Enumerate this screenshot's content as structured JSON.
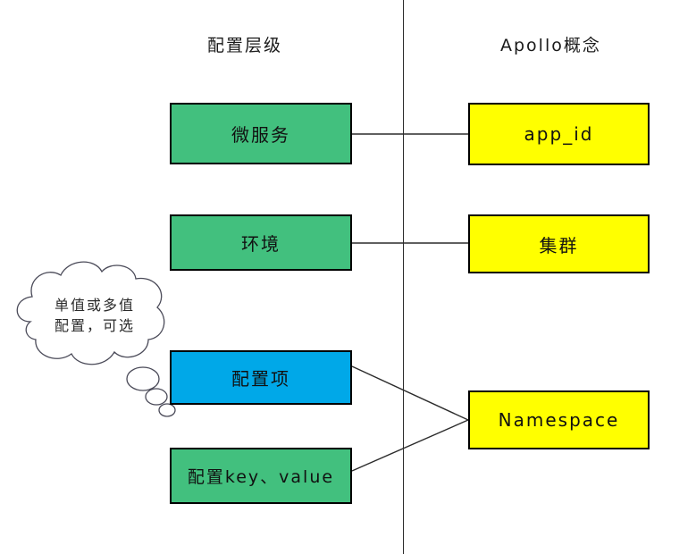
{
  "diagram": {
    "title_left": "配置层级",
    "title_right": "Apollo概念",
    "nodes": {
      "microservice": "微服务",
      "app_id": "app_id",
      "environment": "环境",
      "cluster": "集群",
      "config_item": "配置项",
      "config_key_value": "配置key、value",
      "namespace": "Namespace"
    },
    "annotation": {
      "line1": "单值或多值",
      "line2": "配置，可选"
    },
    "colors": {
      "green": "#42c07e",
      "yellow": "#ffff00",
      "blue": "#00a8e8",
      "stroke": "#000000",
      "divider": "#2b2b2b",
      "background": "#ffffff"
    }
  }
}
